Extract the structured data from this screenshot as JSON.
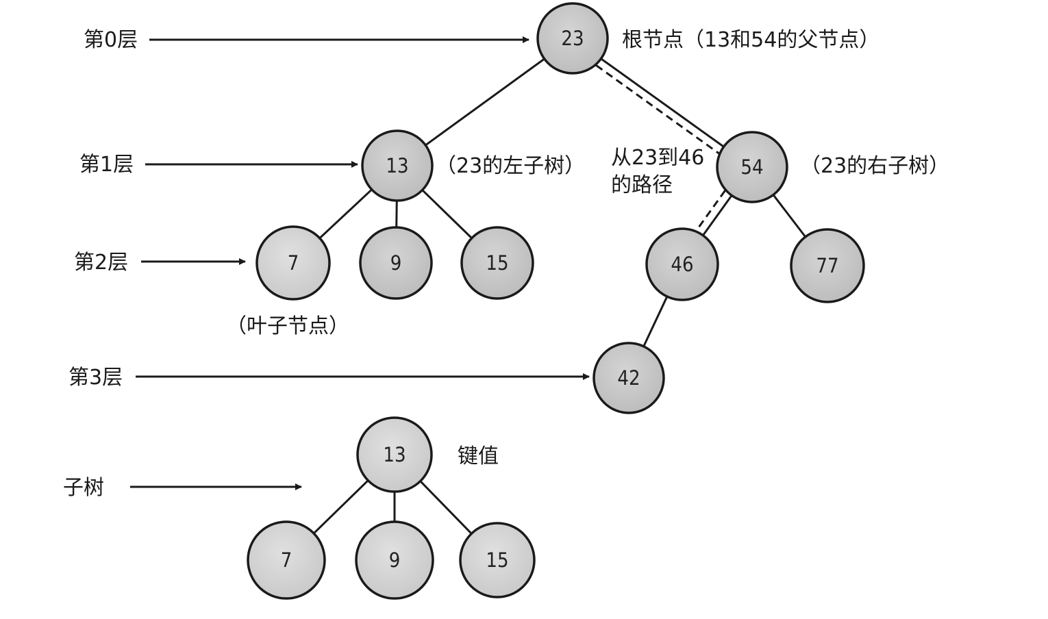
{
  "colors": {
    "node_fill": "#c8c8c8",
    "node_fill_light": "#d6d6d6",
    "ink": "#1a1a1a",
    "background": "#ffffff"
  },
  "tree": {
    "nodes": [
      {
        "id": "n23",
        "key": "23"
      },
      {
        "id": "n13",
        "key": "13"
      },
      {
        "id": "n54",
        "key": "54"
      },
      {
        "id": "n7",
        "key": "7"
      },
      {
        "id": "n9",
        "key": "9"
      },
      {
        "id": "n15",
        "key": "15"
      },
      {
        "id": "n46",
        "key": "46"
      },
      {
        "id": "n77",
        "key": "77"
      },
      {
        "id": "n42",
        "key": "42"
      }
    ],
    "edges": [
      [
        "n23",
        "n13"
      ],
      [
        "n23",
        "n54"
      ],
      [
        "n13",
        "n7"
      ],
      [
        "n13",
        "n9"
      ],
      [
        "n13",
        "n15"
      ],
      [
        "n54",
        "n46"
      ],
      [
        "n54",
        "n77"
      ],
      [
        "n46",
        "n42"
      ]
    ],
    "path_highlight": [
      "n23",
      "n54",
      "n46"
    ]
  },
  "subtree": {
    "nodes": [
      {
        "id": "s13",
        "key": "13"
      },
      {
        "id": "s7",
        "key": "7"
      },
      {
        "id": "s9",
        "key": "9"
      },
      {
        "id": "s15",
        "key": "15"
      }
    ],
    "edges": [
      [
        "s13",
        "s7"
      ],
      [
        "s13",
        "s9"
      ],
      [
        "s13",
        "s15"
      ]
    ]
  },
  "labels": {
    "level0": "第0层",
    "level1": "第1层",
    "level2": "第2层",
    "level3": "第3层",
    "subtree": "子树",
    "root_note": "根节点（13和54的父节点）",
    "left_subtree": "（23的左子树）",
    "right_subtree": "（23的右子树）",
    "path_line1": "从23到46",
    "path_line2": "的路径",
    "leaf": "（叶子节点）",
    "key_value": "键值"
  }
}
